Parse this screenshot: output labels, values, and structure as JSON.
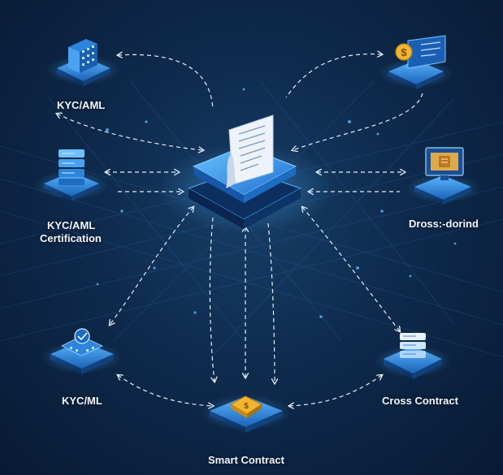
{
  "labels": {
    "kyc_aml": "KYC/AML",
    "kyc_aml_cert_line1": "KYC/AML",
    "kyc_aml_cert_line2": "Certification",
    "kyc_ml": "KYC/ML",
    "smart_contract": "Smart Contract",
    "cross_contract": "Cross Contract",
    "dross_dorind": "Dross:-dorind"
  },
  "colors": {
    "background": "#0e2a4c",
    "platform": "#1f74c9",
    "platform_light": "#3d9bf0",
    "glow": "#4fb3ff",
    "arrow": "#e6eef8",
    "coin": "#f2b531",
    "document": "#eef3fb"
  },
  "icons": {
    "hub": "document-icon",
    "kyc_aml": "building-icon",
    "kyc_aml_cert": "server-icon",
    "kyc_ml": "building-badge-icon",
    "smart_contract": "coin-chip-icon",
    "cross_contract": "server-icon",
    "top_right": "payment-dashboard-icon",
    "dross_dorind": "monitor-icon"
  }
}
